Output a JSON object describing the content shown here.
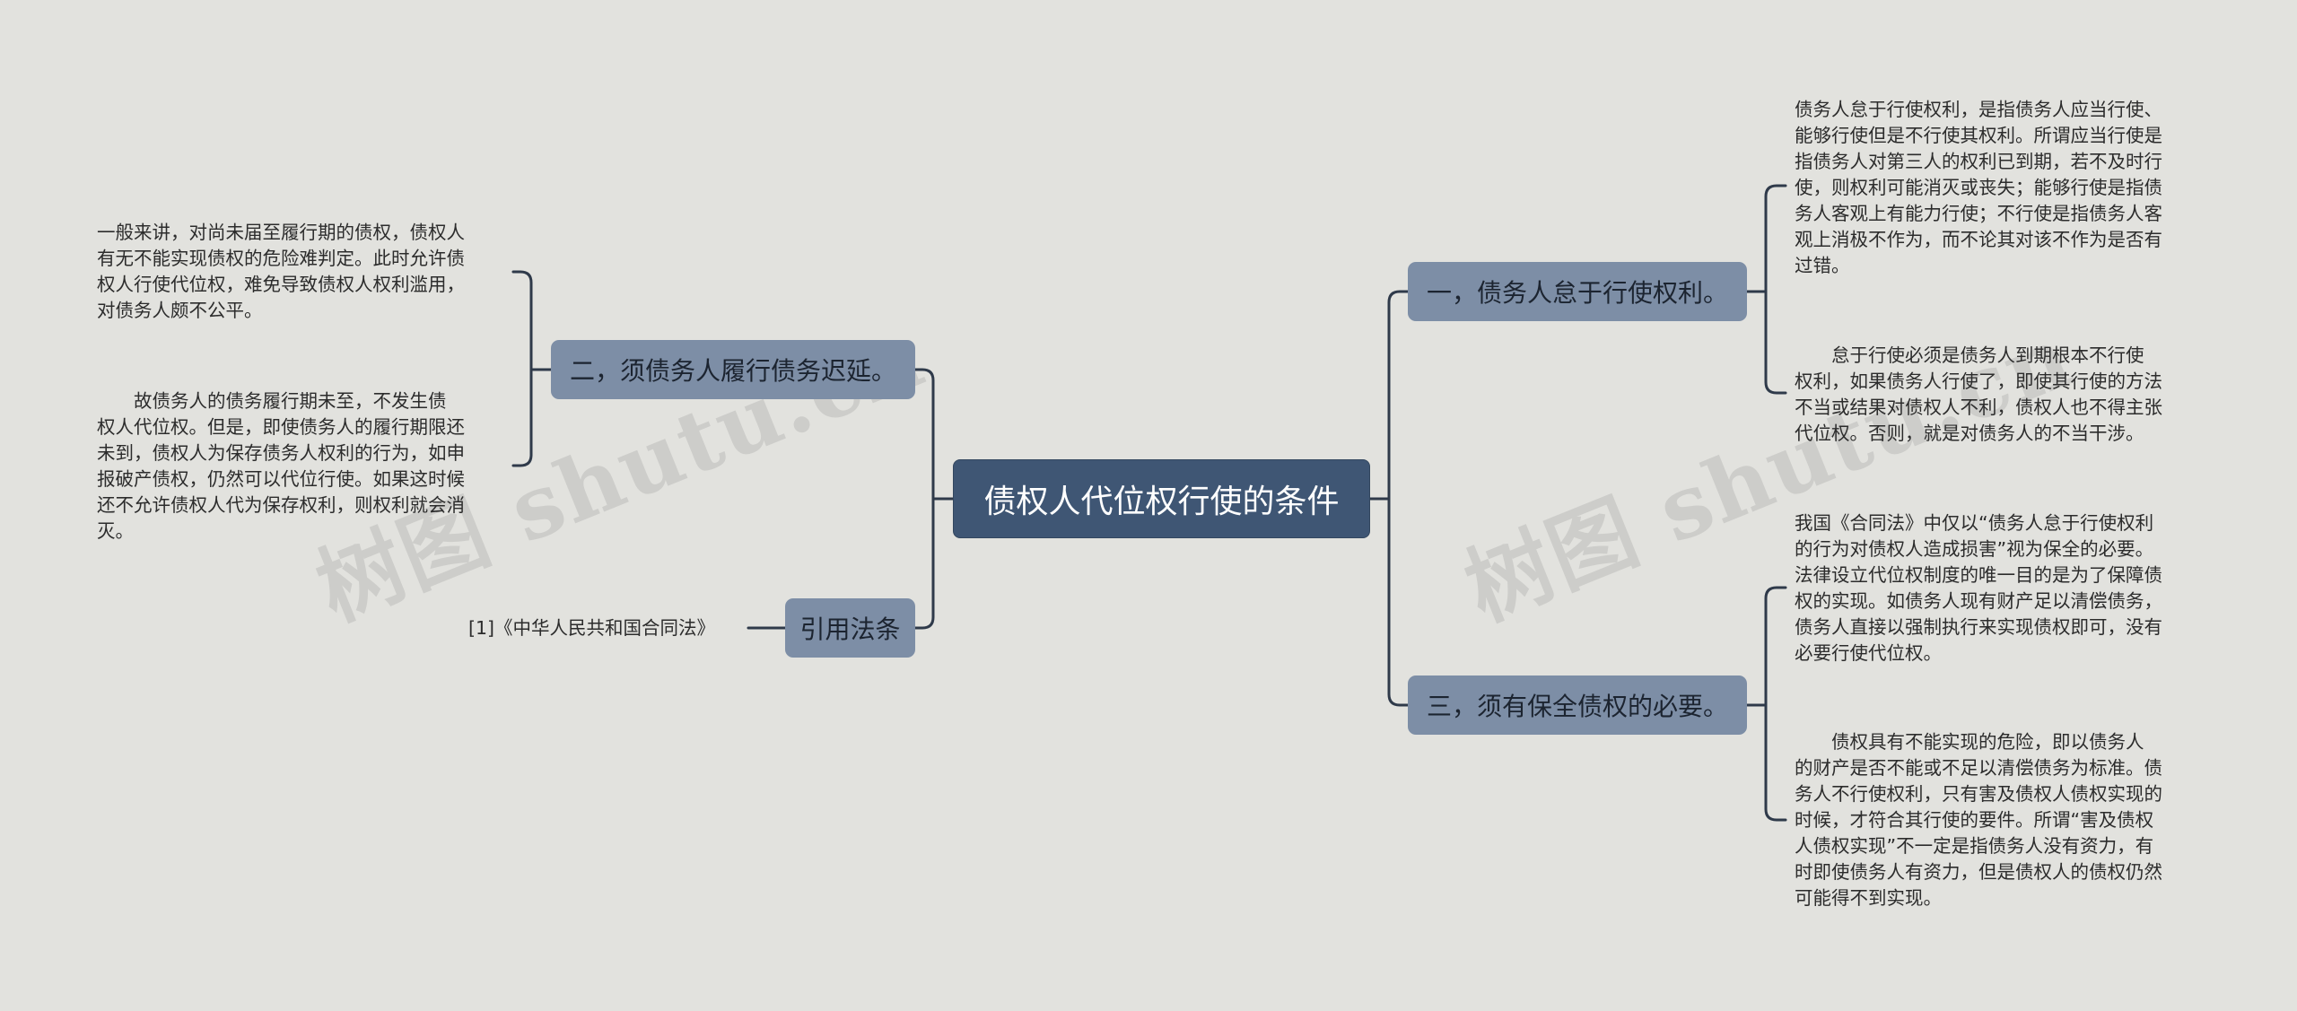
{
  "root": {
    "label": "债权人代位权行使的条件"
  },
  "left_branches": [
    {
      "label": "二，须债务人履行债务迟延。",
      "leaves": [
        [
          "一般来讲，对尚未届至履行期的债权，债权人",
          "有无不能实现债权的危险难判定。此时允许债",
          "权人行使代位权，难免导致债权人权利滥用，",
          "对债务人颇不公平。"
        ],
        [
          "　　故债务人的债务履行期未至，不发生债",
          "权人代位权。但是，即使债务人的履行期限还",
          "未到，债权人为保存债务人权利的行为，如申",
          "报破产债权，仍然可以代位行使。如果这时候",
          "还不允许债权人代为保存权利，则权利就会消",
          "灭。"
        ]
      ]
    },
    {
      "label": "引用法条",
      "leaves": [
        [
          "[1]《中华人民共和国合同法》"
        ]
      ]
    }
  ],
  "right_branches": [
    {
      "label": "一，债务人怠于行使权利。",
      "leaves": [
        [
          "债务人怠于行使权利，是指债务人应当行使、",
          "能够行使但是不行使其权利。所谓应当行使是",
          "指债务人对第三人的权利已到期，若不及时行",
          "使，则权利可能消灭或丧失；能够行使是指债",
          "务人客观上有能力行使；不行使是指债务人客",
          "观上消极不作为，而不论其对该不作为是否有",
          "过错。"
        ],
        [
          "　　怠于行使必须是债务人到期根本不行使",
          "权利，如果债务人行使了，即使其行使的方法",
          "不当或结果对债权人不利，债权人也不得主张",
          "代位权。否则，就是对债务人的不当干涉。"
        ]
      ]
    },
    {
      "label": "三，须有保全债权的必要。",
      "leaves": [
        [
          "我国《合同法》中仅以“债务人怠于行使权利",
          "的行为对债权人造成损害”视为保全的必要。",
          "法律设立代位权制度的唯一目的是为了保障债",
          "权的实现。如债务人现有财产足以清偿债务，",
          "债务人直接以强制执行来实现债权即可，没有",
          "必要行使代位权。"
        ],
        [
          "　　债权具有不能实现的危险，即以债务人",
          "的财产是否不能或不足以清偿债务为标准。债",
          "务人不行使权利，只有害及债权人债权实现的",
          "时候，才符合其行使的要件。所谓“害及债权",
          "人债权实现”不一定是指债务人没有资力，有",
          "时即使债务人有资力，但是债权人的债权仍然",
          "可能得不到实现。"
        ]
      ]
    }
  ],
  "watermarks": [
    "树图 shutu.cn",
    "树图 shutu.cn"
  ],
  "colors": {
    "background": "#e2e2de",
    "root": "#3f5674",
    "branch": "#7d8ea6",
    "line": "#2f3a4a"
  }
}
